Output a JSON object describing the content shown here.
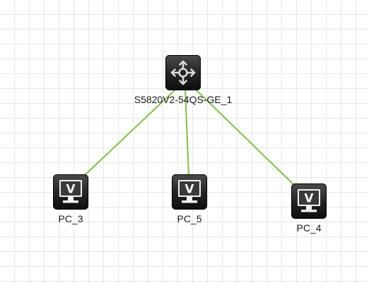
{
  "topology": {
    "link_color": "#7dc242",
    "devices": [
      {
        "id": "switch",
        "type": "switch",
        "icon": "switch-icon",
        "label": "S5820V2-54QS-GE_1"
      },
      {
        "id": "pc3",
        "type": "pc",
        "icon": "pc-icon",
        "label": "PC_3"
      },
      {
        "id": "pc5",
        "type": "pc",
        "icon": "pc-icon",
        "label": "PC_5"
      },
      {
        "id": "pc4",
        "type": "pc",
        "icon": "pc-icon",
        "label": "PC_4"
      }
    ],
    "links": [
      {
        "from": "switch",
        "to": "pc3"
      },
      {
        "from": "switch",
        "to": "pc5"
      },
      {
        "from": "switch",
        "to": "pc4"
      }
    ]
  }
}
